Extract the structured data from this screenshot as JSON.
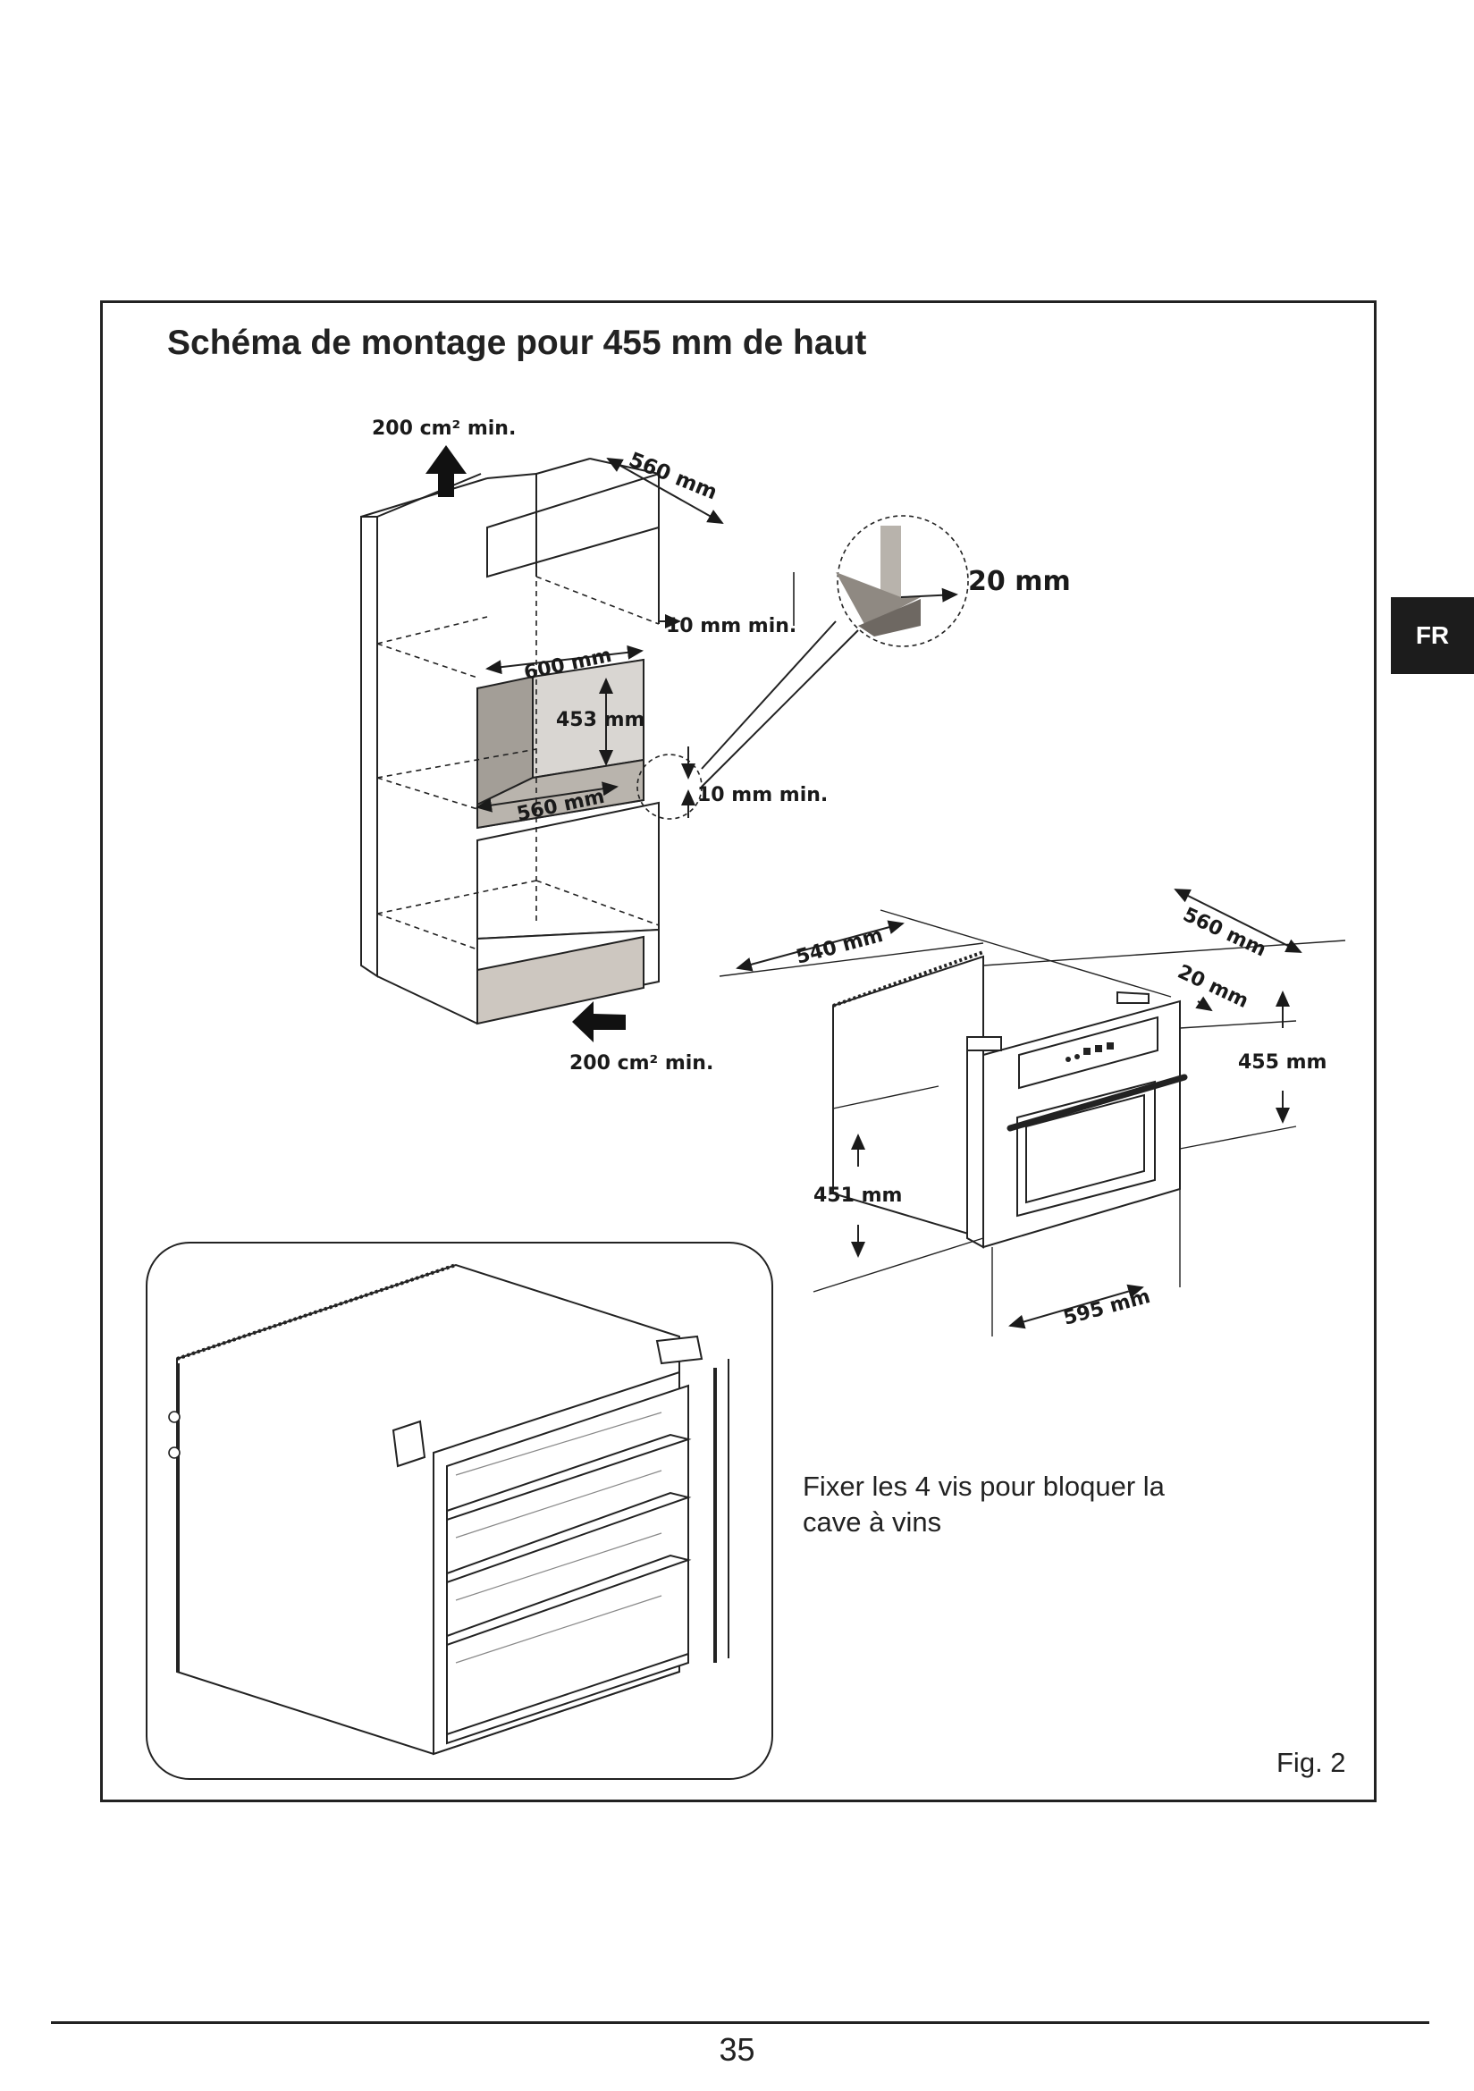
{
  "title": "Schéma de montage pour 455 mm de haut",
  "language_tab": "FR",
  "cabinet_labels": {
    "vent_top": "200 cm² min.",
    "depth_top": "560 mm",
    "gap_top": "10 mm min.",
    "width_opening": "600 mm",
    "height_opening": "453 mm",
    "depth_opening": "560 mm",
    "gap_bottom": "10 mm min.",
    "vent_bottom": "200 cm² min.",
    "detail_offset": "20 mm"
  },
  "appliance_labels": {
    "depth": "540 mm",
    "cabinet_depth": "560 mm",
    "front_offset": "20 mm",
    "front_height": "455 mm",
    "body_height": "451 mm",
    "width": "595 mm"
  },
  "instruction": "Fixer les 4 vis pour bloquer la cave à vins",
  "figure_label": "Fig. 2",
  "page_number": "35"
}
